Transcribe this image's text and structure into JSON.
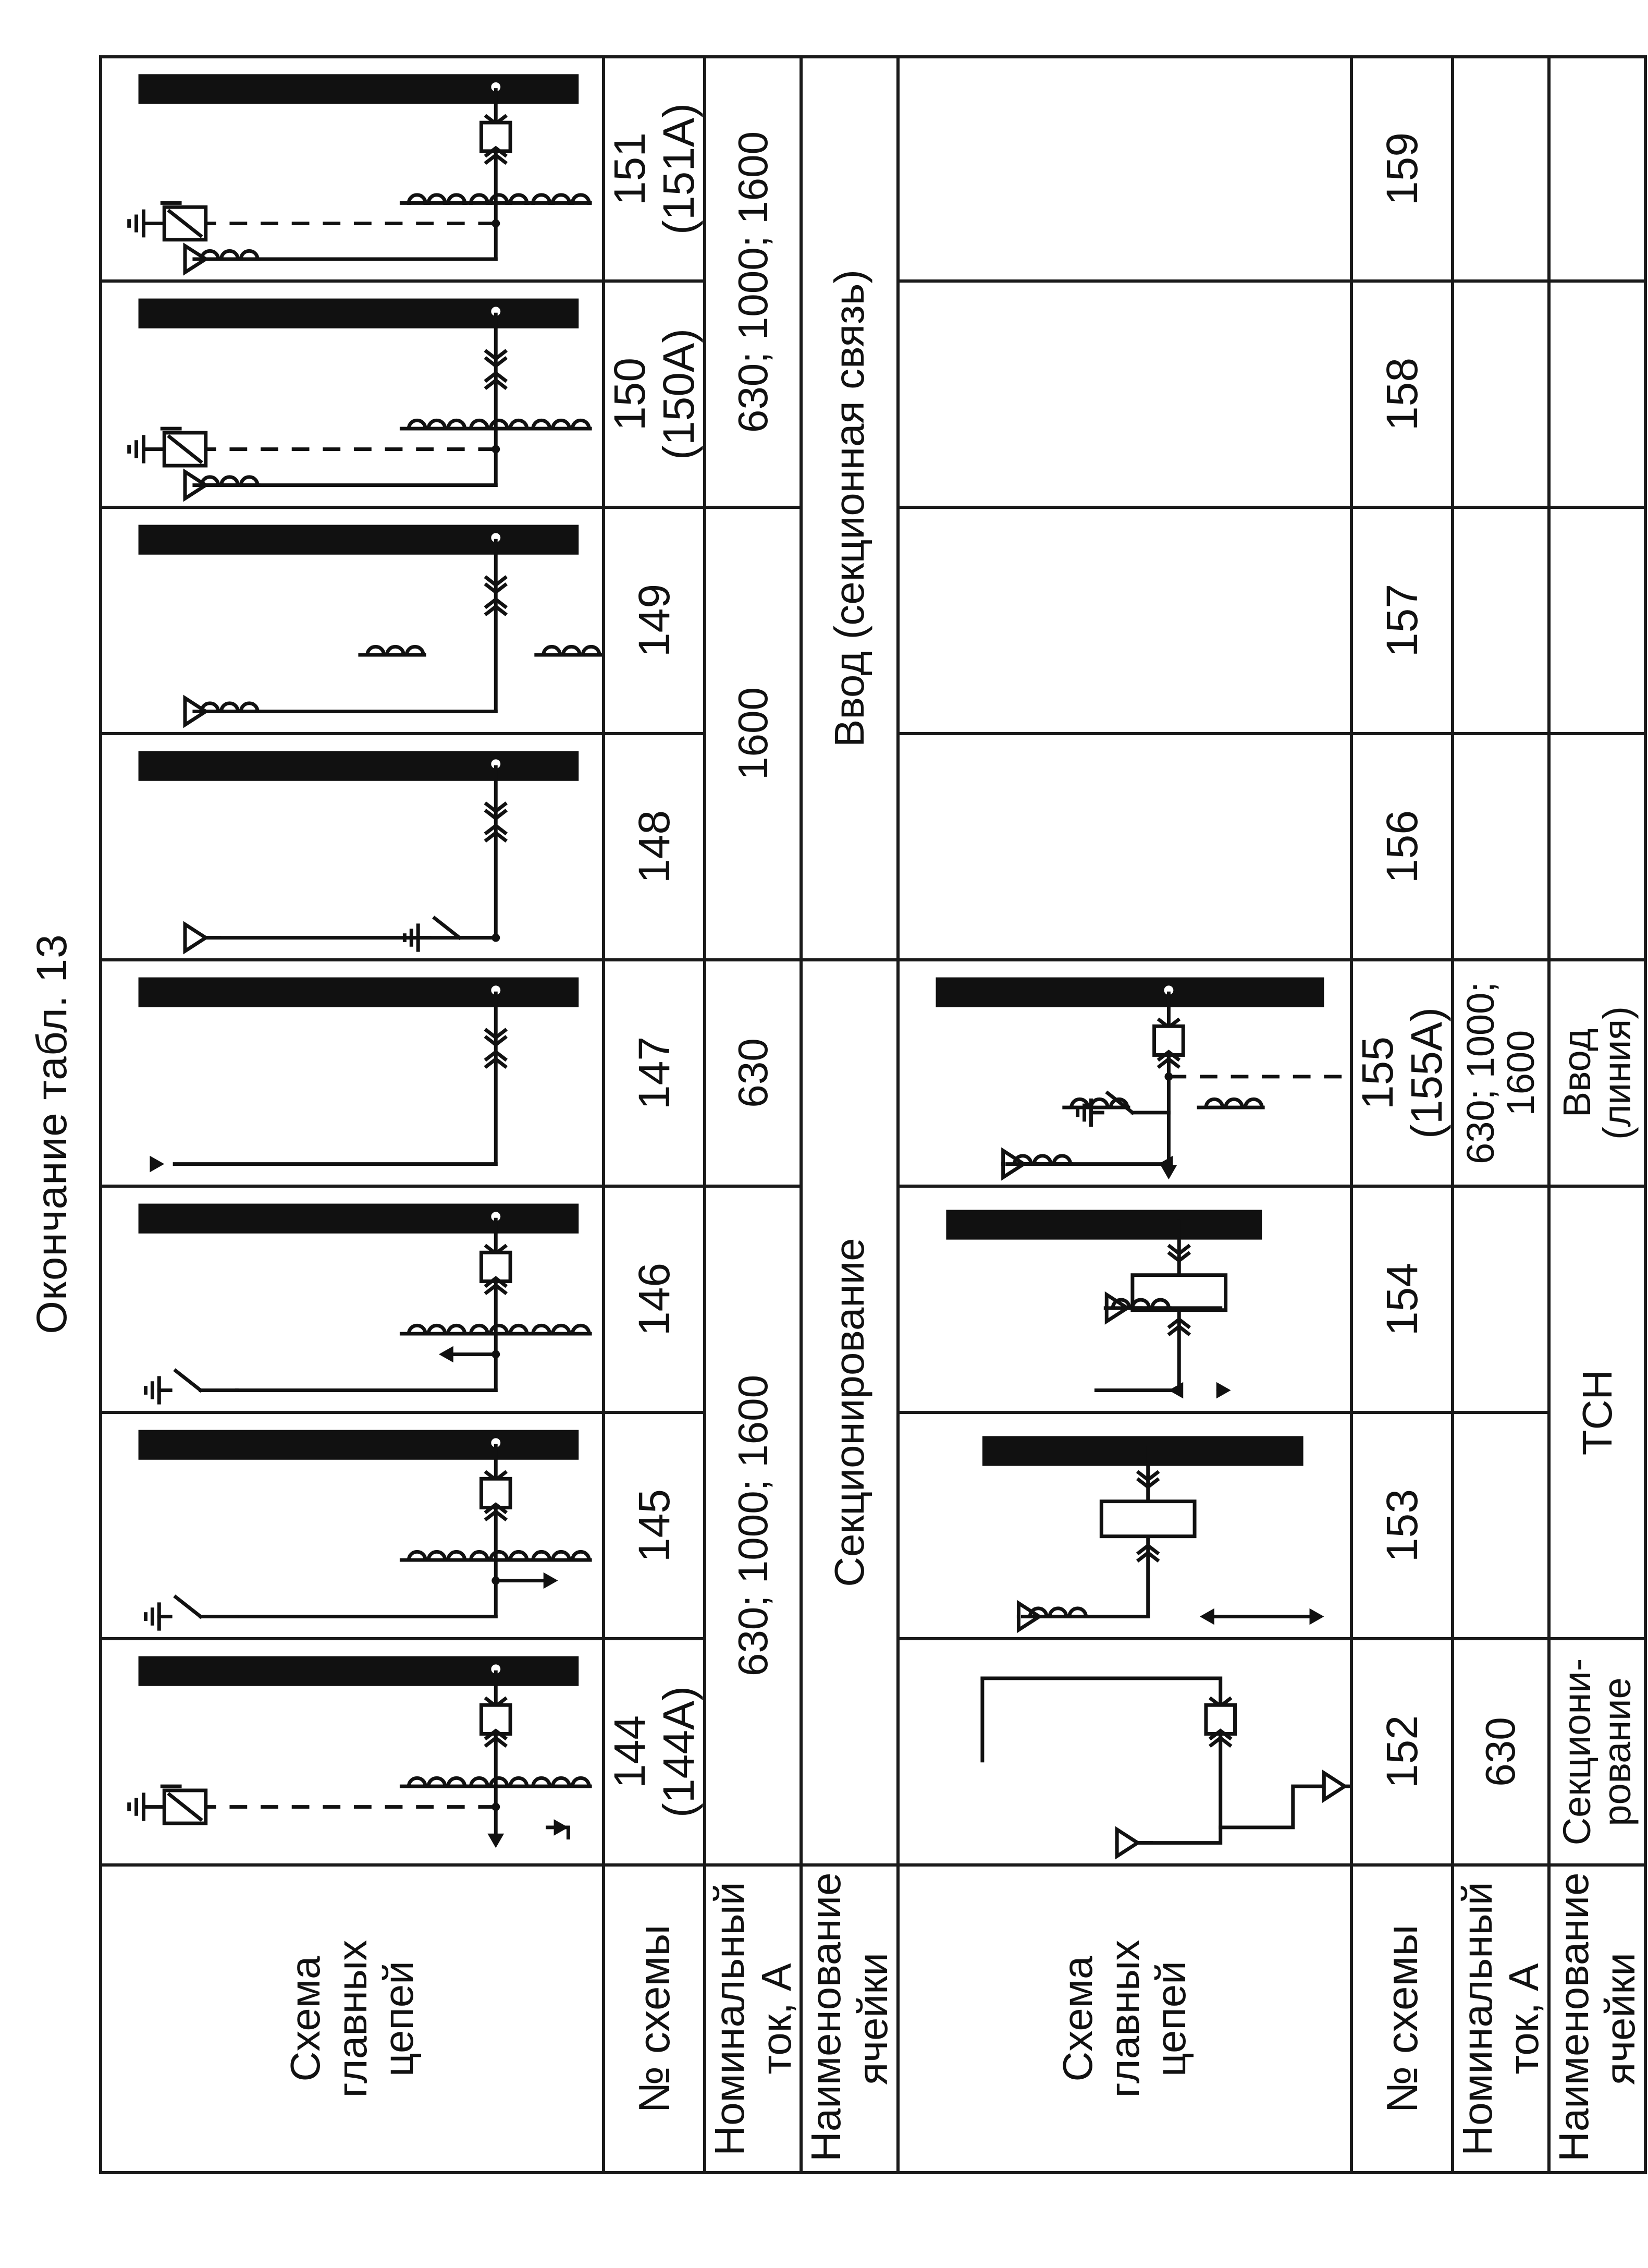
{
  "caption": "Окончание табл. 13",
  "row_labels": {
    "scheme": "Схема\nглавных\nцепей",
    "number": "№ схемы",
    "current": "Номинальный\nток, А",
    "cell_name": "Наименование\nячейки"
  },
  "top": {
    "numbers": [
      "144 (144A)",
      "145",
      "146",
      "147",
      "148",
      "149",
      "150 (150A)",
      "151 (151A)"
    ],
    "currents": [
      "630; 1000; 1600",
      "630",
      "1600",
      "630; 1000; 1600"
    ],
    "names": [
      "Секционирование",
      "Ввод (секционная связь)"
    ]
  },
  "bottom": {
    "numbers": [
      "152",
      "153",
      "154",
      "155 (155A)",
      "156",
      "157",
      "158",
      "159"
    ],
    "currents": [
      "630",
      "",
      "",
      "630; 1000;\n1600",
      "",
      "",
      "",
      ""
    ],
    "names": [
      "Секциони-\nрование",
      "ТСН",
      "Ввод\n(линия)",
      "",
      "",
      "",
      ""
    ]
  },
  "icons": [
    "breaker-icon",
    "current-transformer-icon",
    "voltage-transformer-icon",
    "earthing-switch-icon",
    "surge-arrester-icon",
    "busbar-icon",
    "fuse-icon"
  ]
}
